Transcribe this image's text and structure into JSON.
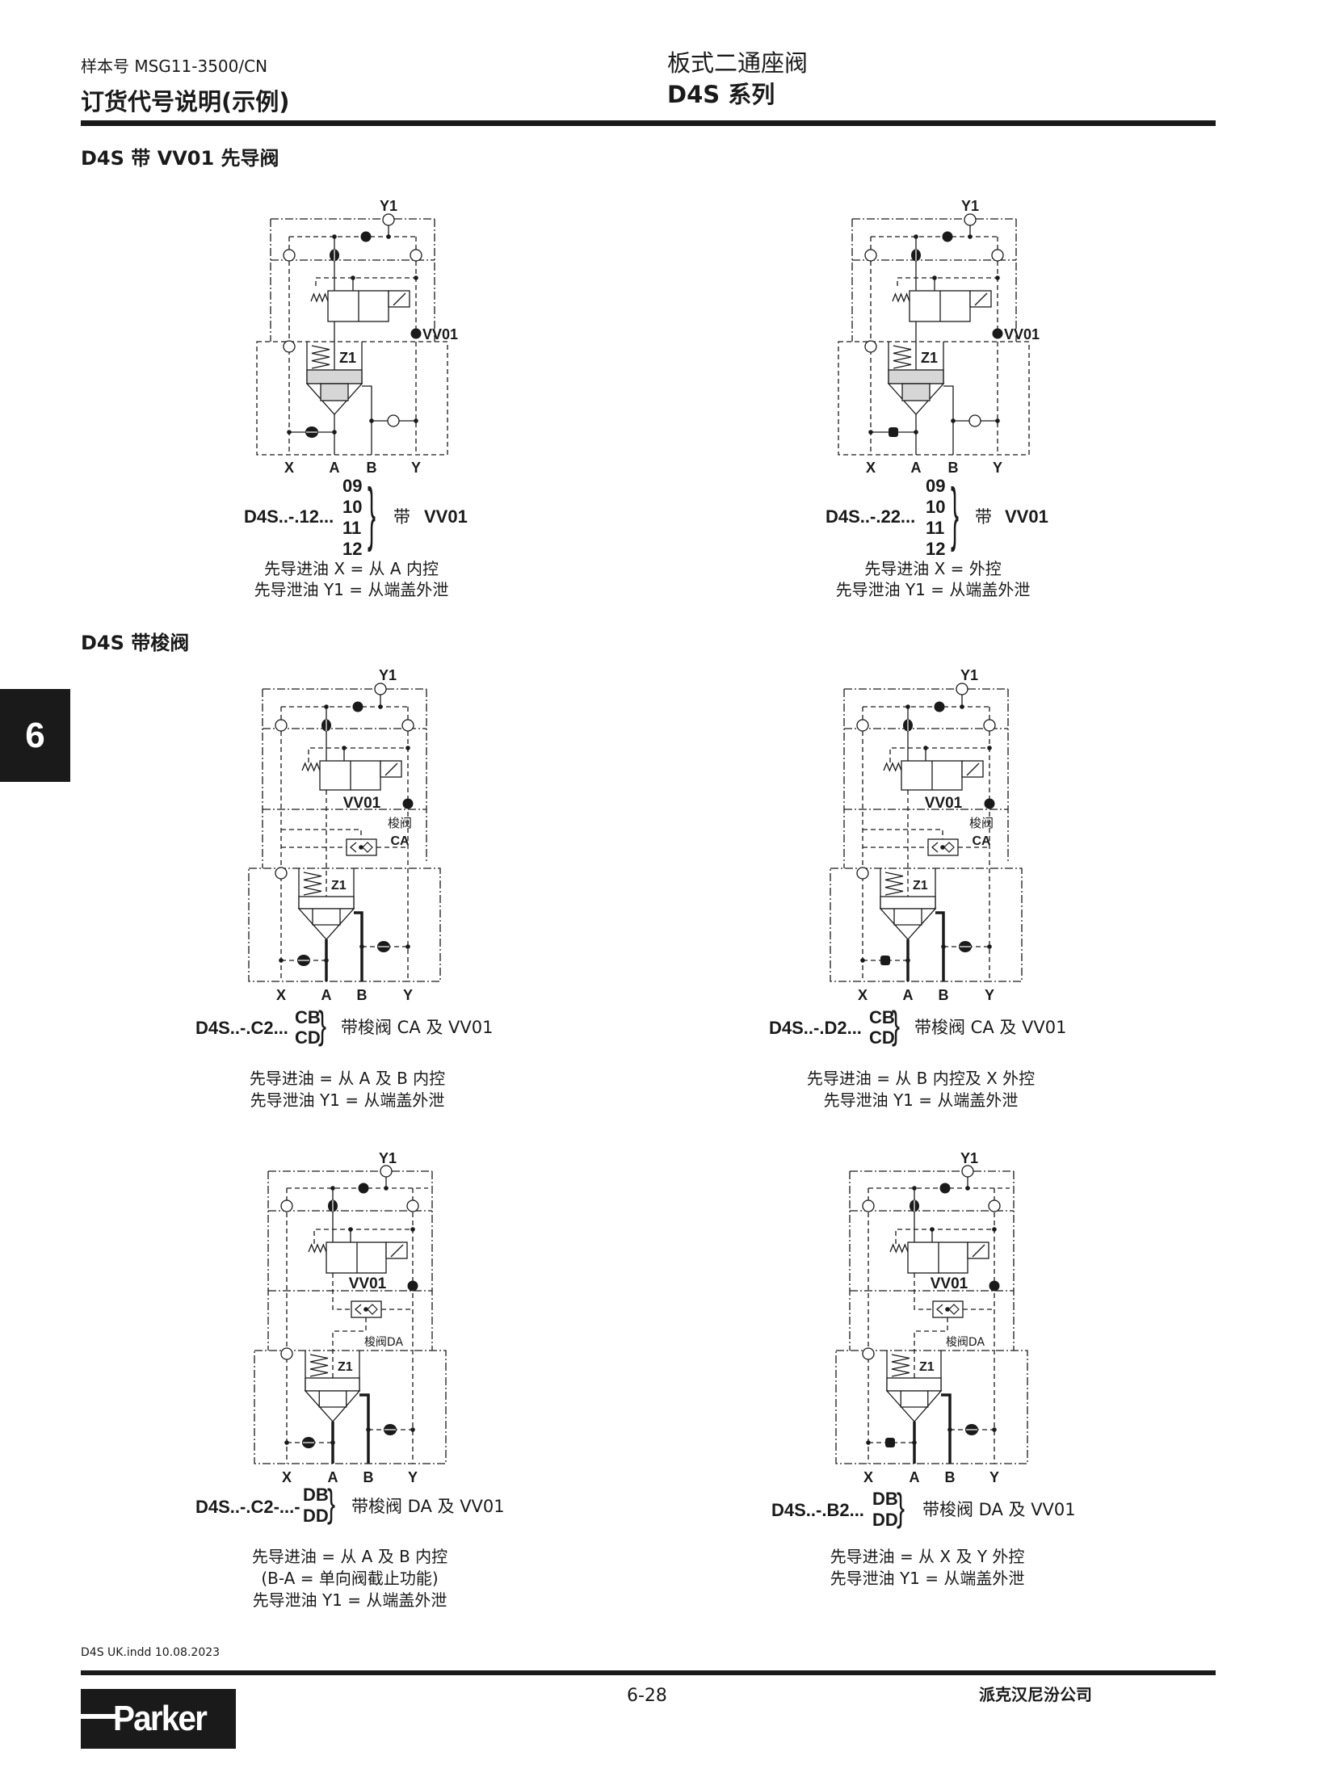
{
  "header": {
    "catalog_no": "样本号 MSG11-3500/CN",
    "section_title": "订货代号说明(示例)",
    "product_title": "板式二通座阀",
    "series": "D4S 系列"
  },
  "side_tab": "6",
  "sections": [
    {
      "heading": "D4S 带 VV01 先导阀"
    },
    {
      "heading": "D4S 带梭阀"
    }
  ],
  "diagrams": [
    {
      "labels": {
        "y1": "Y1",
        "vv01": "VV01",
        "z1": "Z1",
        "x": "X",
        "a": "A",
        "b": "B",
        "y": "Y"
      },
      "code": "D4S..-.12...",
      "options": [
        "09",
        "10",
        "11",
        "12"
      ],
      "brace": "}",
      "desc_prefix": "带",
      "desc": "VV01",
      "notes": [
        "先导进油 X = 从 A 内控",
        "先导泄油 Y1 = 从端盖外泄"
      ]
    },
    {
      "labels": {
        "y1": "Y1",
        "vv01": "VV01",
        "z1": "Z1",
        "x": "X",
        "a": "A",
        "b": "B",
        "y": "Y"
      },
      "code": "D4S..-.22...",
      "options": [
        "09",
        "10",
        "11",
        "12"
      ],
      "brace": "}",
      "desc_prefix": "带",
      "desc": "VV01",
      "notes": [
        "先导进油 X = 外控",
        "先导泄油 Y1 = 从端盖外泄"
      ]
    },
    {
      "labels": {
        "y1": "Y1",
        "vv01": "VV01",
        "z1": "Z1",
        "x": "X",
        "a": "A",
        "b": "B",
        "y": "Y",
        "shuttle": "梭阀",
        "shuttle_code": "CA"
      },
      "code": "D4S..-.C2...",
      "options": [
        "CB",
        "CD"
      ],
      "brace": "}",
      "desc": "带梭阀 CA 及 VV01",
      "notes": [
        "先导进油 = 从 A 及 B 内控",
        "先导泄油 Y1 = 从端盖外泄"
      ]
    },
    {
      "labels": {
        "y1": "Y1",
        "vv01": "VV01",
        "z1": "Z1",
        "x": "X",
        "a": "A",
        "b": "B",
        "y": "Y",
        "shuttle": "梭阀",
        "shuttle_code": "CA"
      },
      "code": "D4S..-.D2...",
      "options": [
        "CB",
        "CD"
      ],
      "brace": "}",
      "desc": "带梭阀 CA 及 VV01",
      "notes": [
        "先导进油 = 从 B 内控及 X 外控",
        "先导泄油 Y1 = 从端盖外泄"
      ]
    },
    {
      "labels": {
        "y1": "Y1",
        "vv01": "VV01",
        "z1": "Z1",
        "x": "X",
        "a": "A",
        "b": "B",
        "y": "Y",
        "shuttle": "梭阀DA"
      },
      "code": "D4S..-.C2-...-",
      "options": [
        "DB",
        "DD"
      ],
      "brace": "}",
      "desc": "带梭阀 DA 及 VV01",
      "notes": [
        "先导进油 = 从 A 及 B 内控",
        "(B-A = 单向阀截止功能)",
        "先导泄油 Y1 = 从端盖外泄"
      ]
    },
    {
      "labels": {
        "y1": "Y1",
        "vv01": "VV01",
        "z1": "Z1",
        "x": "X",
        "a": "A",
        "b": "B",
        "y": "Y",
        "shuttle": "梭阀DA"
      },
      "code": "D4S..-.B2...",
      "options": [
        "DB",
        "DD"
      ],
      "brace": "}",
      "desc": "带梭阀 DA 及 VV01",
      "notes": [
        "先导进油 = 从 X 及 Y 外控",
        "先导泄油 Y1 = 从端盖外泄"
      ]
    }
  ],
  "footer": {
    "file": "D4S UK.indd 10.08.2023",
    "page": "6-28",
    "company": "派克汉尼汾公司",
    "logo": "Parker"
  }
}
